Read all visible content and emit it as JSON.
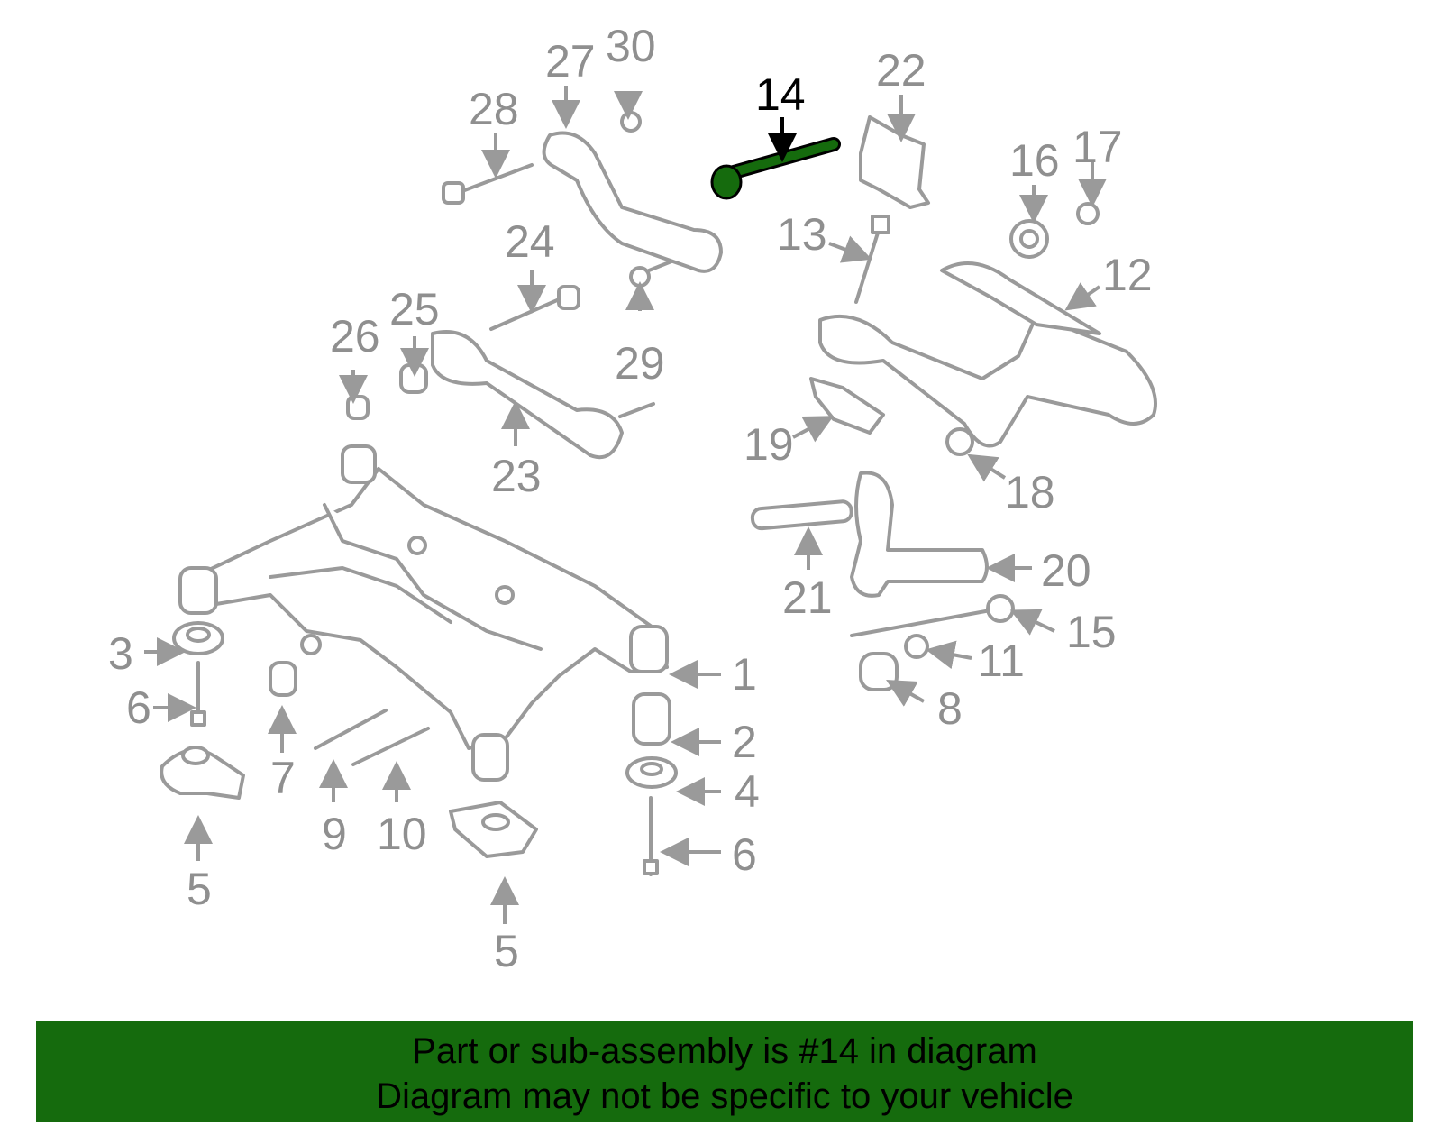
{
  "diagram": {
    "highlight_part": "14",
    "highlight_color": "#156b0d",
    "labels": {
      "p1": "1",
      "p2": "2",
      "p3": "3",
      "p4": "4",
      "p5a": "5",
      "p5b": "5",
      "p6a": "6",
      "p6b": "6",
      "p7": "7",
      "p8": "8",
      "p9": "9",
      "p10": "10",
      "p11": "11",
      "p12": "12",
      "p13": "13",
      "p14": "14",
      "p15": "15",
      "p16": "16",
      "p17": "17",
      "p18": "18",
      "p19": "19",
      "p20": "20",
      "p21": "21",
      "p22": "22",
      "p23": "23",
      "p24": "24",
      "p25": "25",
      "p26": "26",
      "p27": "27",
      "p28": "28",
      "p29": "29",
      "p30": "30"
    }
  },
  "banner": {
    "line1": "Part or sub-assembly is #14 in diagram",
    "line2": "Diagram may not be specific to your vehicle",
    "color": "#156b0d"
  }
}
